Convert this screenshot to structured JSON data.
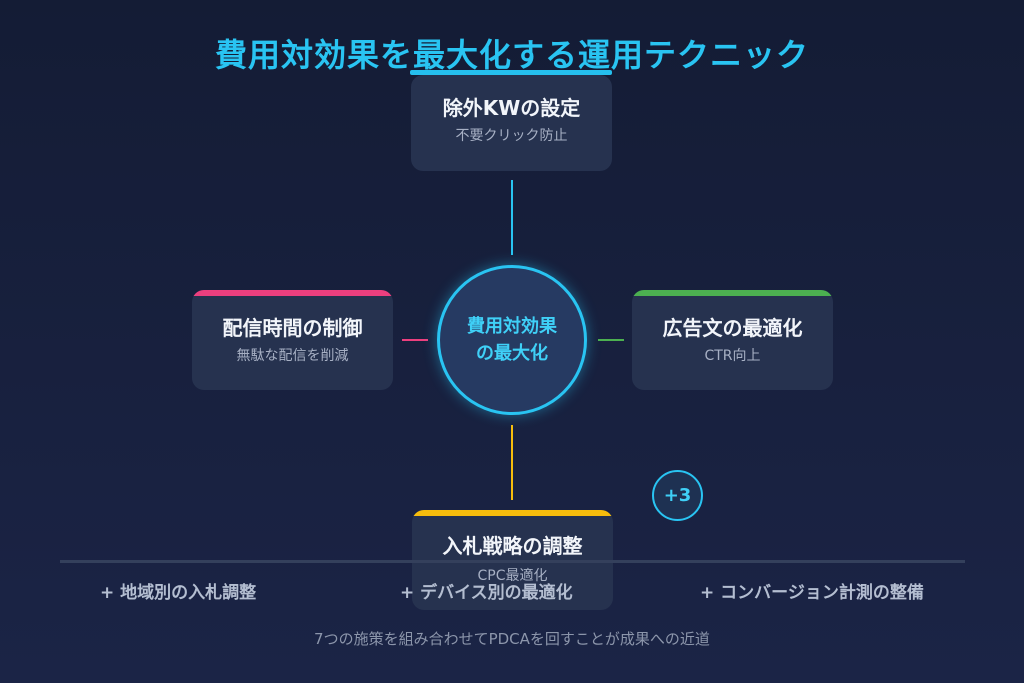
{
  "title": "費用対効果を最大化する運用テクニック",
  "center": {
    "line1": "費用対効果",
    "line2": "の最大化"
  },
  "cards": {
    "top": {
      "title": "除外KWの設定",
      "subtitle": "不要クリック防止",
      "color": "#29c4f2"
    },
    "left": {
      "title": "配信時間の制御",
      "subtitle": "無駄な配信を削減",
      "color": "#ec3f7e"
    },
    "right": {
      "title": "広告文の最適化",
      "subtitle": "CTR向上",
      "color": "#4cb050"
    },
    "bottom": {
      "title": "入札戦略の調整",
      "subtitle": "CPC最適化",
      "color": "#f7bd0c"
    }
  },
  "more_badge": "+3",
  "extras": [
    "+ 地域別の入札調整",
    "+ デバイス別の最適化",
    "+ コンバージョン計測の整備"
  ],
  "footer": "7つの施策を組み合わせてPDCAを回すことが成果への近道"
}
